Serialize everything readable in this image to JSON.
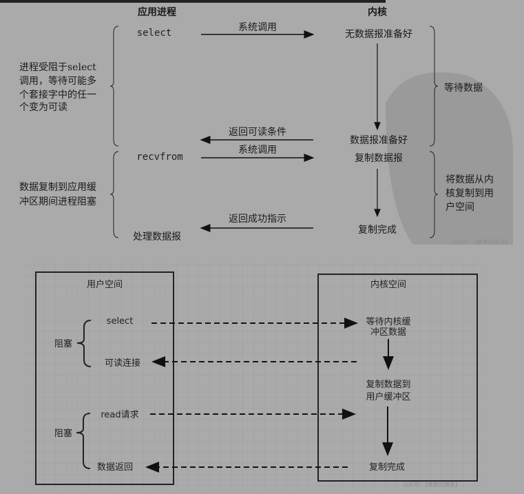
{
  "top": {
    "app_title": "应用进程",
    "kernel_title": "内核",
    "select": "select",
    "syscall1": "系统调用",
    "no_data": "无数据报准备好",
    "return_readable": "返回可读条件",
    "data_ready": "数据报准备好",
    "recvfrom": "recvfrom",
    "syscall2": "系统调用",
    "copy_data": "复制数据报",
    "return_success": "返回成功指示",
    "copy_done": "复制完成",
    "process": "处理数据报",
    "left_note1": [
      "进程受阻于select",
      "调用，等待可能多",
      "个套接字中的任一",
      "个变为可读"
    ],
    "left_note2": [
      "数据复制到应用缓",
      "冲区期间进程阻塞"
    ],
    "right_note1": "等待数据",
    "right_note2": [
      "将数据从内",
      "核复制到用",
      "户空间"
    ],
    "watermark": "公众号：【黄黄的黄豆】"
  },
  "bottom": {
    "user_space": "用户空间",
    "kernel_space": "内核空间",
    "select": "select",
    "wait_kernel": [
      "等待内核缓",
      "冲区数据"
    ],
    "readable": "可读连接",
    "block1": "阻塞",
    "copy_to_user": [
      "复制数据到",
      "用户缓冲区"
    ],
    "read_req": "read请求",
    "block2": "阻塞",
    "data_return": "数据返回",
    "copy_done": "复制完成",
    "watermark": "公众号：【黄黄的黄豆】"
  }
}
